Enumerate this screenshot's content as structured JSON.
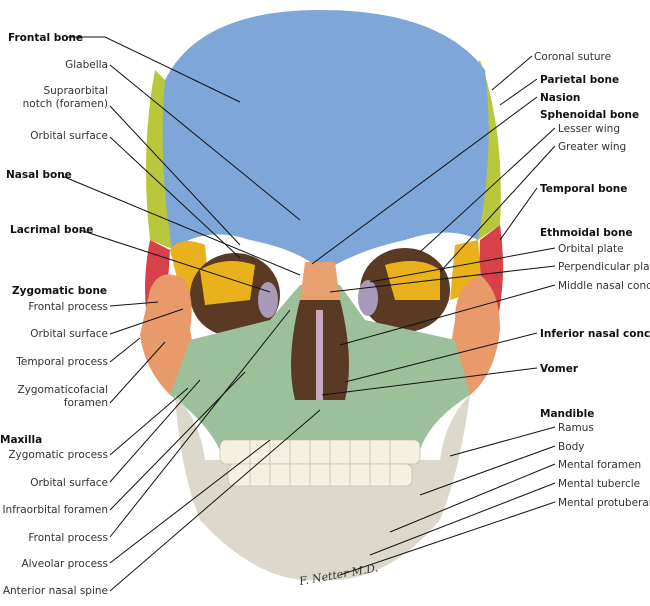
{
  "left_labels": {
    "frontal_bone": "Frontal bone",
    "glabella": "Glabella",
    "supraorbital_1": "Supraorbital",
    "supraorbital_2": "notch (foramen)",
    "frontal_orbital_surface": "Orbital surface",
    "nasal_bone": "Nasal bone",
    "lacrimal_bone": "Lacrimal bone",
    "zygomatic_bone": "Zygomatic bone",
    "zyg_frontal_process": "Frontal process",
    "zyg_orbital_surface": "Orbital surface",
    "zyg_temporal_process": "Temporal process",
    "zygomaticofacial_1": "Zygomaticofacial",
    "zygomaticofacial_2": "foramen",
    "maxilla": "Maxilla",
    "max_zygomatic_process": "Zygomatic process",
    "max_orbital_surface": "Orbital surface",
    "max_infraorbital_foramen": "Infraorbital foramen",
    "max_frontal_process": "Frontal process",
    "max_alveolar_process": "Alveolar process",
    "max_anterior_nasal_spine": "Anterior nasal spine"
  },
  "right_labels": {
    "coronal_suture": "Coronal suture",
    "parietal_bone": "Parietal bone",
    "nasion": "Nasion",
    "sphenoidal_bone": "Sphenoidal bone",
    "lesser_wing": "Lesser wing",
    "greater_wing": "Greater wing",
    "temporal_bone": "Temporal bone",
    "ethmoidal_bone": "Ethmoidal bone",
    "orbital_plate": "Orbital plate",
    "perpendicular_plate": "Perpendicular plate",
    "middle_nasal_concha": "Middle nasal concha",
    "inferior_nasal_concha": "Inferior nasal concha",
    "vomer": "Vomer",
    "mandible": "Mandible",
    "ramus": "Ramus",
    "body": "Body",
    "mental_foramen": "Mental foramen",
    "mental_tubercle": "Mental tubercle",
    "mental_protuberance": "Mental protuberance"
  },
  "signature": "F. Netter M.D.",
  "colors": {
    "frontal": "#7fa6d9",
    "parietal": "#b9c83a",
    "sphenoid": "#e9b21c",
    "temporal": "#d8404a",
    "zygomatic": "#e89a6a",
    "maxilla": "#9cc09a",
    "mandible": "#dcd8cc",
    "nasal": "#e8a070",
    "ethmoid": "#a89ab8"
  }
}
